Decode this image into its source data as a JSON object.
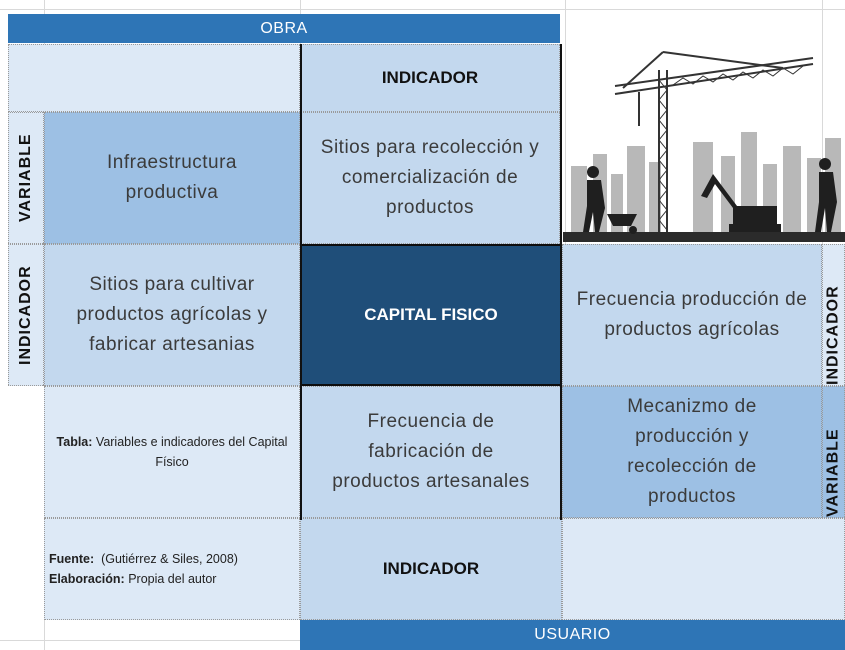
{
  "header_obra": "OBRA",
  "header_usuario": "USUARIO",
  "indicador_top": "INDICADOR",
  "indicador_bottom": "INDICADOR",
  "variable_left": "VARIABLE",
  "indicador_left": "INDICADOR",
  "indicador_right": "INDICADOR",
  "variable_right": "VARIABLE",
  "cells": {
    "infraestructura": "Infraestructura productiva",
    "sitios_recoleccion": "Sitios para recolección y comercialización de productos",
    "sitios_cultivar": "Sitios para cultivar productos agrícolas y fabricar artesanias",
    "capital_fisico": "CAPITAL FISICO",
    "frecuencia_produccion": "Frecuencia producción de productos agrícolas",
    "frecuencia_fabricacion": "Frecuencia de fabricación de productos artesanales",
    "mecanizmo": "Mecanizmo de producción y recolección de productos"
  },
  "caption": {
    "tabla_label": "Tabla:",
    "tabla_text": "Variables e indicadores del Capital Físico",
    "fuente_label": "Fuente:",
    "fuente_text": "(Gutiérrez & Siles, 2008)",
    "elaboracion_label": "Elaboración:",
    "elaboracion_text": "Propia del autor"
  },
  "image_icon": "construction-site-illustration"
}
